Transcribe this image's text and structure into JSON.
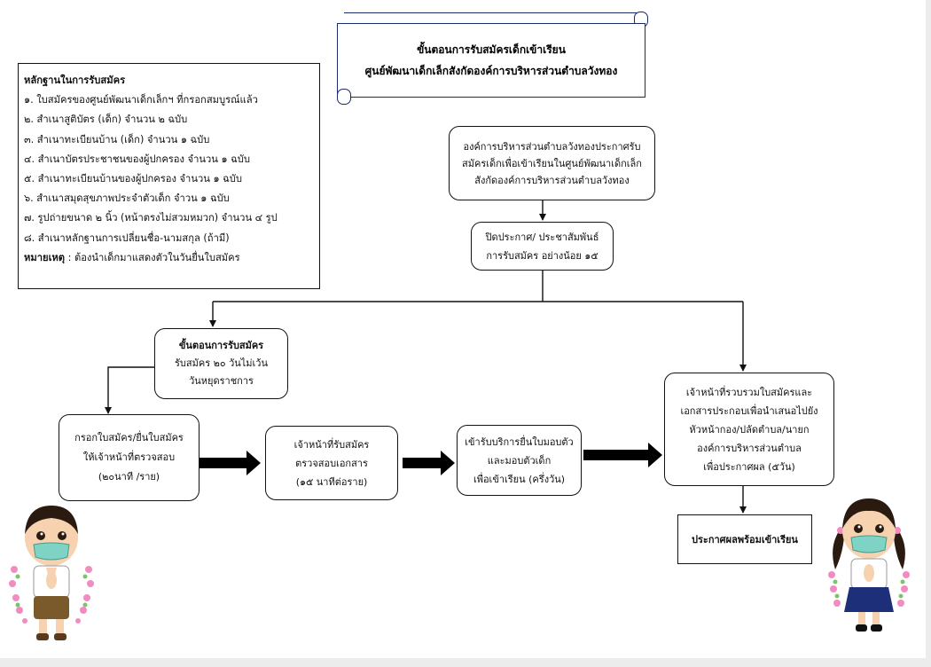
{
  "banner": {
    "line1": "ขั้นตอนการรับสมัครเด็กเข้าเรียน",
    "line2": "ศูนย์พัฒนาเด็กเล็กสังกัดองค์การบริหารส่วนตำบลวังทอง"
  },
  "evidence": {
    "title": "หลักฐานในการรับสมัคร",
    "items": [
      "๑. ใบสมัครของศูนย์พัฒนาเด็กเล็กฯ ที่กรอกสมบูรณ์แล้ว",
      "๒. สำเนาสูติบัตร (เด็ก) จำนวน ๒ ฉบับ",
      "๓. สำเนาทะเบียนบ้าน (เด็ก) จำนวน ๑ ฉบับ",
      "๔. สำเนาบัตรประชาชนของผู้ปกครอง จำนวน ๑ ฉบับ",
      "๕. สำเนาทะเบียนบ้านของผู้ปกครอง จำนวน ๑ ฉบับ",
      "๖. สำเนาสมุดสุขภาพประจำตัวเด็ก จำวน ๑ ฉบับ",
      "๗. รูปถ่ายขนาด ๒ นิ้ว (หน้าตรงไม่สวมหมวก) จำนวน ๔ รูป",
      "๘. สำเนาหลักฐานการเปลี่ยนชื่อ-นามสกุล (ถ้ามี)"
    ],
    "note_label": "หมายเหตุ",
    "note_text": " : ต้องนำเด็กมาแสดงตัวในวันยื่นใบสมัคร"
  },
  "steps": {
    "announce_org": [
      "องค์การบริหารส่วนตำบลวังทองประกาศรับ",
      "สมัครเด็กเพื่อเข้าเรียนในศูนย์พัฒนาเด็กเล็ก",
      "สังกัดองค์การบริหารส่วนตำบลวังทอง"
    ],
    "publicize": [
      "ปิดประกาศ/ ประชาสัมพันธ์",
      "การรับสมัคร อย่างน้อย ๑๕"
    ],
    "apply_title": "ขั้นตอนการรับสมัคร",
    "apply_lines": [
      "รับสมัคร ๒๐ วันไม่เว้น",
      "วันหยุดราชการ"
    ],
    "fill_form": [
      "กรอกใบสมัคร/ยื่นใบสมัคร",
      "ให้เจ้าหน้าที่ตรวจสอบ",
      "(๒๐นาที /ราย)"
    ],
    "check_docs": [
      "เจ้าหน้าที่รับสมัคร",
      "ตรวจสอบเอกสาร",
      "(๑๕ นาทีต่อราย)"
    ],
    "hand_over": [
      "เข้ารับบริการยื่นใบมอบตัว",
      "และมอบตัวเด็ก",
      "เพื่อเข้าเรียน (ครึ่งวัน)"
    ],
    "collect": [
      "เจ้าหน้าที่รวบรวมใบสมัครและ",
      "เอกสารประกอบเพื่อนำเสนอไปยัง",
      "หัวหน้ากอง/ปลัดตำบล/นายก",
      "องค์การบริหารส่วนตำบล",
      "เพื่อประกาศผล (๕วัน)"
    ],
    "result": "ประกาศผลพร้อมเข้าเรียน"
  },
  "colors": {
    "line": "#111111",
    "banner_border": "#1a2a6a",
    "mask": "#7fd3c4",
    "skin": "#f6d2b0",
    "hair": "#2a1a10",
    "boy_shorts": "#7a5a2a",
    "girl_skirt": "#1e2f7a",
    "flower": "#f28cc0"
  }
}
